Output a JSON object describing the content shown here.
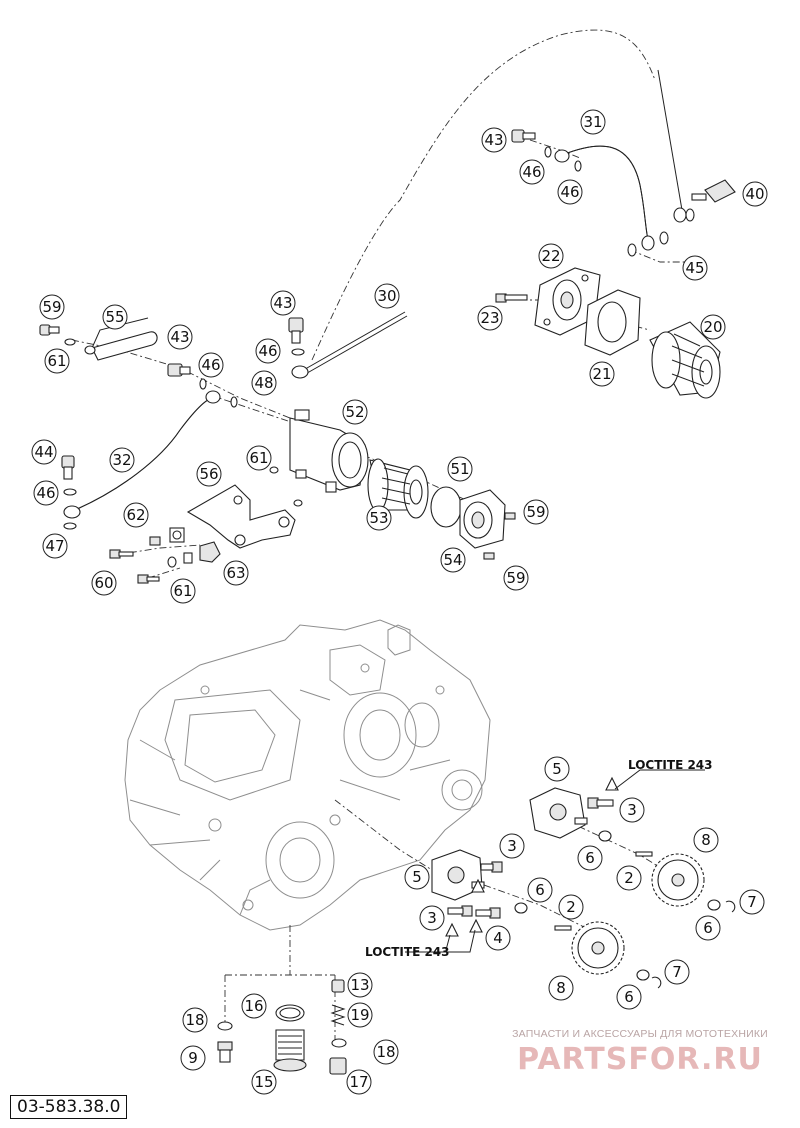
{
  "document_number": "03-583.38.0",
  "callouts": [
    {
      "id": "c59a",
      "label": "59"
    },
    {
      "id": "c55",
      "label": "55"
    },
    {
      "id": "c61a",
      "label": "61"
    },
    {
      "id": "c43a",
      "label": "43"
    },
    {
      "id": "c46a",
      "label": "46"
    },
    {
      "id": "c43b",
      "label": "43"
    },
    {
      "id": "c46b",
      "label": "46"
    },
    {
      "id": "c48",
      "label": "48"
    },
    {
      "id": "c30",
      "label": "30"
    },
    {
      "id": "c52",
      "label": "52"
    },
    {
      "id": "c44",
      "label": "44"
    },
    {
      "id": "c32",
      "label": "32"
    },
    {
      "id": "c46c",
      "label": "46"
    },
    {
      "id": "c47",
      "label": "47"
    },
    {
      "id": "c56",
      "label": "56"
    },
    {
      "id": "c61b",
      "label": "61"
    },
    {
      "id": "c51",
      "label": "51"
    },
    {
      "id": "c62",
      "label": "62"
    },
    {
      "id": "c53",
      "label": "53"
    },
    {
      "id": "c59b",
      "label": "59"
    },
    {
      "id": "c60",
      "label": "60"
    },
    {
      "id": "c63",
      "label": "63"
    },
    {
      "id": "c61c",
      "label": "61"
    },
    {
      "id": "c54",
      "label": "54"
    },
    {
      "id": "c59c",
      "label": "59"
    },
    {
      "id": "c31",
      "label": "31"
    },
    {
      "id": "c43c",
      "label": "43"
    },
    {
      "id": "c46d",
      "label": "46"
    },
    {
      "id": "c46e",
      "label": "46"
    },
    {
      "id": "c40",
      "label": "40"
    },
    {
      "id": "c45",
      "label": "45"
    },
    {
      "id": "c22",
      "label": "22"
    },
    {
      "id": "c23",
      "label": "23"
    },
    {
      "id": "c20",
      "label": "20"
    },
    {
      "id": "c21",
      "label": "21"
    },
    {
      "id": "c5a",
      "label": "5"
    },
    {
      "id": "c3a",
      "label": "3"
    },
    {
      "id": "c6a",
      "label": "6"
    },
    {
      "id": "c8a",
      "label": "8"
    },
    {
      "id": "c2a",
      "label": "2"
    },
    {
      "id": "c7a",
      "label": "7"
    },
    {
      "id": "c6b",
      "label": "6"
    },
    {
      "id": "c3b",
      "label": "3"
    },
    {
      "id": "c5b",
      "label": "5"
    },
    {
      "id": "c6c",
      "label": "6"
    },
    {
      "id": "c3c",
      "label": "3"
    },
    {
      "id": "c4",
      "label": "4"
    },
    {
      "id": "c2b",
      "label": "2"
    },
    {
      "id": "c8b",
      "label": "8"
    },
    {
      "id": "c7b",
      "label": "7"
    },
    {
      "id": "c6d",
      "label": "6"
    },
    {
      "id": "c13",
      "label": "13"
    },
    {
      "id": "c18a",
      "label": "18"
    },
    {
      "id": "c16",
      "label": "16"
    },
    {
      "id": "c19",
      "label": "19"
    },
    {
      "id": "c9",
      "label": "9"
    },
    {
      "id": "c18b",
      "label": "18"
    },
    {
      "id": "c15",
      "label": "15"
    },
    {
      "id": "c17",
      "label": "17"
    }
  ],
  "notes": [
    {
      "id": "loctite-a",
      "text": "LOCTITE 243"
    },
    {
      "id": "loctite-b",
      "text": "LOCTITE 243"
    }
  ],
  "watermark": {
    "tagline": "ЗАПЧАСТИ И АКСЕССУАРЫ ДЛЯ МОТОТЕХНИКИ",
    "logo": "PARTSFOR.RU"
  }
}
